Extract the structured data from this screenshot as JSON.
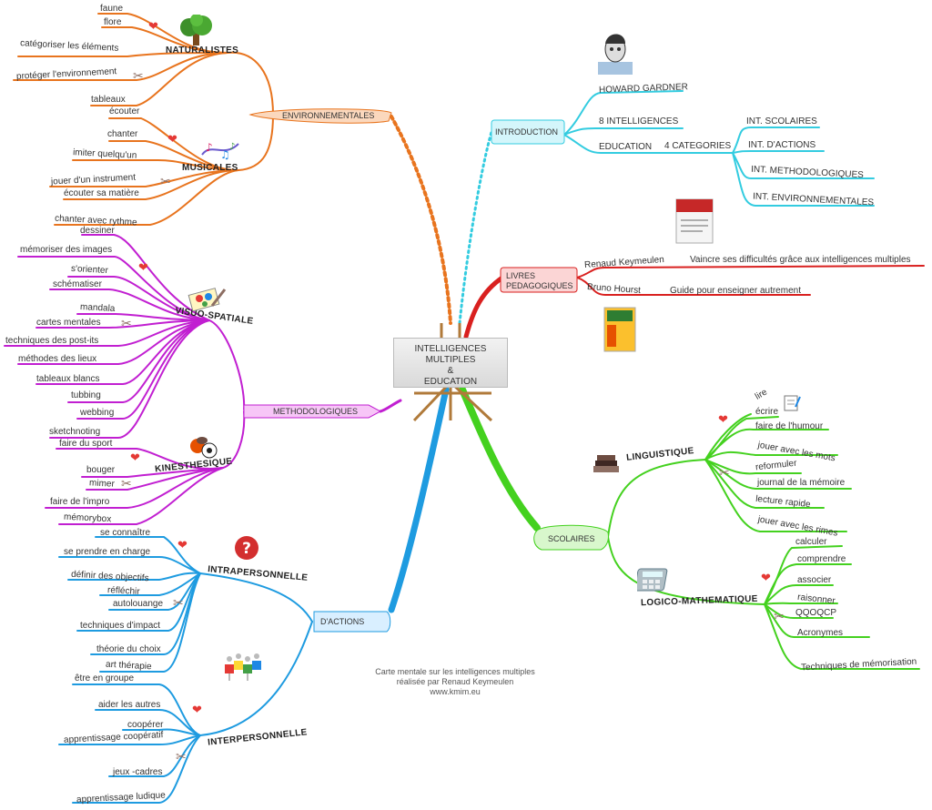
{
  "center": {
    "lines": [
      "INTELLIGENCES",
      "MULTIPLES",
      "&",
      "EDUCATION"
    ]
  },
  "branches": {
    "environnementales": "ENVIRONNEMENTALES",
    "introduction": "INTRODUCTION",
    "livres_line1": "LIVRES",
    "livres_line2": "PEDAGOGIQUES",
    "methodologiques": "METHODOLOGIQUES",
    "scolaires": "SCOLAIRES",
    "actions": "D'ACTIONS"
  },
  "naturalistes": {
    "title": "NATURALISTES",
    "items": [
      "faune",
      "flore",
      "catégoriser les éléments",
      "protéger l'environnement",
      "tableaux"
    ]
  },
  "musicales": {
    "title": "MUSICALES",
    "items": [
      "écouter",
      "chanter",
      "imiter quelqu'un",
      "jouer d'un instrument",
      "écouter sa matière",
      "chanter avec rythme"
    ]
  },
  "visuo": {
    "title": "VISUO-SPATIALE",
    "items": [
      "dessiner",
      "mémoriser des images",
      "s'orienter",
      "schématiser",
      "mandala",
      "cartes mentales",
      "techniques des post-its",
      "méthodes des lieux",
      "tableaux blancs",
      "tubbing",
      "webbing",
      "sketchnoting"
    ]
  },
  "kines": {
    "title": "KINESTHESIQUE",
    "items": [
      "faire du sport",
      "bouger",
      "mimer",
      "faire de l'impro",
      "mémorybox"
    ]
  },
  "intra": {
    "title": "INTRAPERSONNELLE",
    "items": [
      "se connaître",
      "se prendre en charge",
      "définir des objectifs",
      "réfléchir",
      "autolouange",
      "techniques d'impact",
      "théorie du choix",
      "art thérapie"
    ]
  },
  "inter": {
    "title": "INTERPERSONNELLE",
    "items": [
      "être en groupe",
      "aider les autres",
      "coopérer",
      "apprentissage coopératif",
      "jeux -cadres",
      "apprentissage ludique"
    ]
  },
  "intro": {
    "items": [
      "HOWARD GARDNER",
      "8 INTELLIGENCES",
      "EDUCATION",
      "4 CATEGORIES"
    ],
    "categories": [
      "INT. SCOLAIRES",
      "INT. D'ACTIONS",
      "INT. METHODOLOGIQUES",
      "INT. ENVIRONNEMENTALES"
    ]
  },
  "livres": {
    "authors": [
      "Renaud Keymeulen",
      "Bruno Hourst"
    ],
    "titles": [
      "Vaincre ses difficultés grâce aux intelligences multiples",
      "Guide pour enseigner autrement"
    ]
  },
  "linguistique": {
    "title": "LINGUISTIQUE",
    "items": [
      "lire",
      "écrire",
      "faire de l'humour",
      "jouer avec les mots",
      "reformuler",
      "journal de la mémoire",
      "lecture rapide",
      "jouer avec les rimes"
    ]
  },
  "logico": {
    "title": "LOGICO-MATHEMATIQUE",
    "items": [
      "calculer",
      "comprendre",
      "associer",
      "raisonner",
      "QQOQCP",
      "Acronymes",
      "Techniques de mémorisation"
    ]
  },
  "credit": [
    "Carte mentale sur les intelligences multiples",
    "réalisée par Renaud Keymeulen",
    "www.kmim.eu"
  ],
  "colors": {
    "orange": "#e8741e",
    "cyan": "#33cce0",
    "red": "#d9201f",
    "purple": "#c11fd1",
    "blue": "#1e9be0",
    "green": "#44d11f",
    "darkgreen": "#30b81a"
  },
  "icons": [
    "tree-icon",
    "music-icon",
    "heart-icon",
    "tools-icon",
    "portrait-icon",
    "book-icon",
    "easel-icon",
    "sports-icon",
    "question-icon",
    "puzzle-people-icon",
    "calculator-icon",
    "books-stack-icon",
    "paint-icon",
    "notepad-icon"
  ]
}
